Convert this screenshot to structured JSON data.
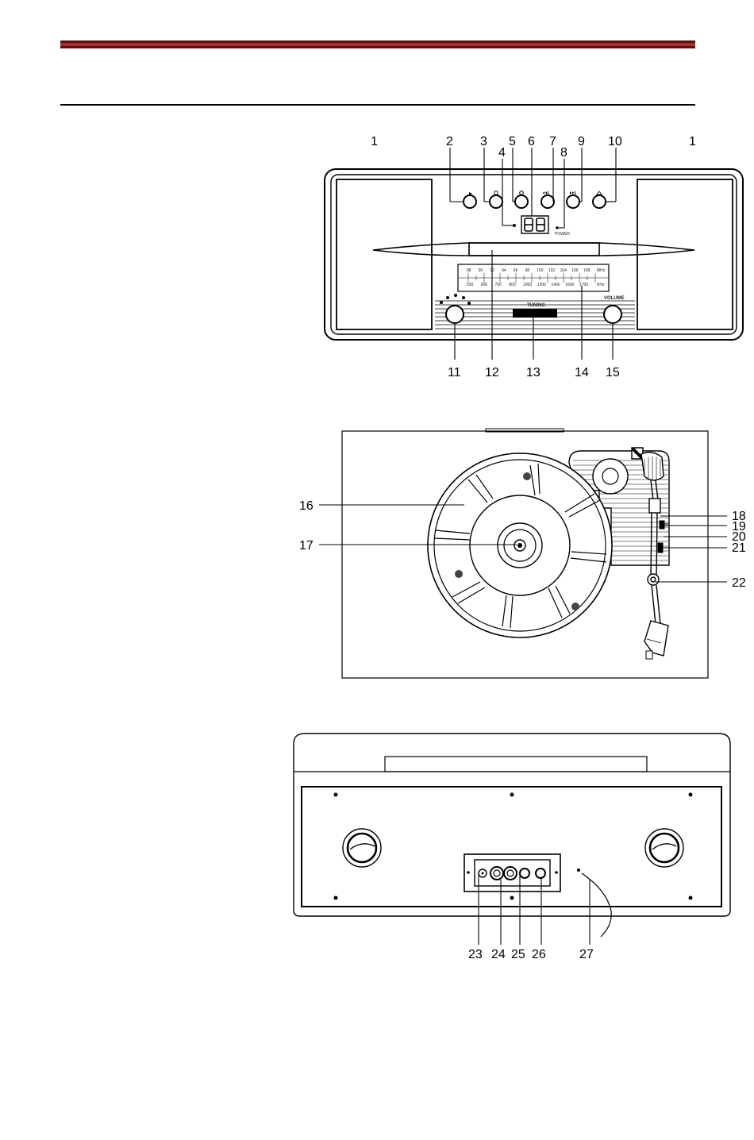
{
  "header": {
    "rule_color_dark": "#5b0f0f",
    "rule_color_mid": "#a8302a"
  },
  "front_view": {
    "callouts": {
      "c1_left": "1",
      "c2": "2",
      "c3": "3",
      "c4": "4",
      "c5": "5",
      "c6": "6",
      "c7": "7",
      "c8": "8",
      "c9": "9",
      "c10": "10",
      "c1_right": "1",
      "c11": "11",
      "c12": "12",
      "c13": "13",
      "c14": "14",
      "c15": "15"
    },
    "labels": {
      "power": "POWER",
      "tuning": "TUNING",
      "volume": "VOLUME",
      "fm_unit": "MHz",
      "am_unit": "KHz"
    },
    "fm_scale": [
      "88",
      "90",
      "92",
      "94",
      "96",
      "98",
      "100",
      "102",
      "104",
      "106",
      "108"
    ],
    "am_scale": [
      "530",
      "600",
      "700",
      "800",
      "1000",
      "1200",
      "1400",
      "1600",
      "1700"
    ]
  },
  "top_view": {
    "callouts": {
      "c16": "16",
      "c17": "17",
      "c18": "18",
      "c19": "19",
      "c20": "20",
      "c21": "21",
      "c22": "22"
    }
  },
  "back_view": {
    "callouts": {
      "c23": "23",
      "c24": "24",
      "c25": "25",
      "c26": "26",
      "c27": "27"
    }
  }
}
